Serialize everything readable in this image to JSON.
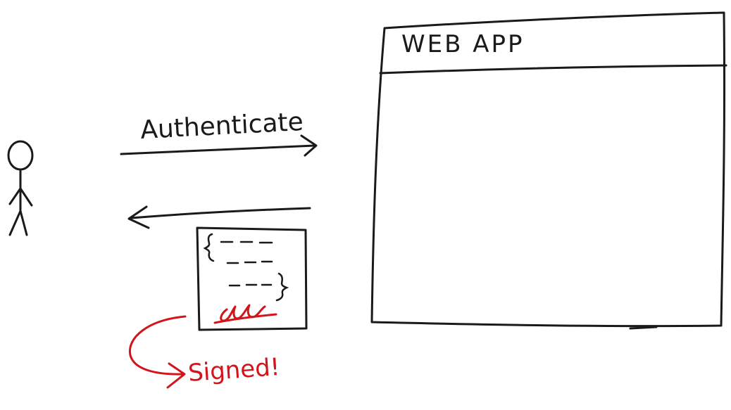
{
  "diagram": {
    "app_title": "WEB APP",
    "request_label": "Authenticate",
    "signed_label": "Signed!",
    "ink_color": "#1a1a1a",
    "accent_color": "#d2151b",
    "icons": {
      "user": "stick-figure-icon",
      "token": "signed-token-icon",
      "signature": "signature-scribble-icon"
    }
  }
}
